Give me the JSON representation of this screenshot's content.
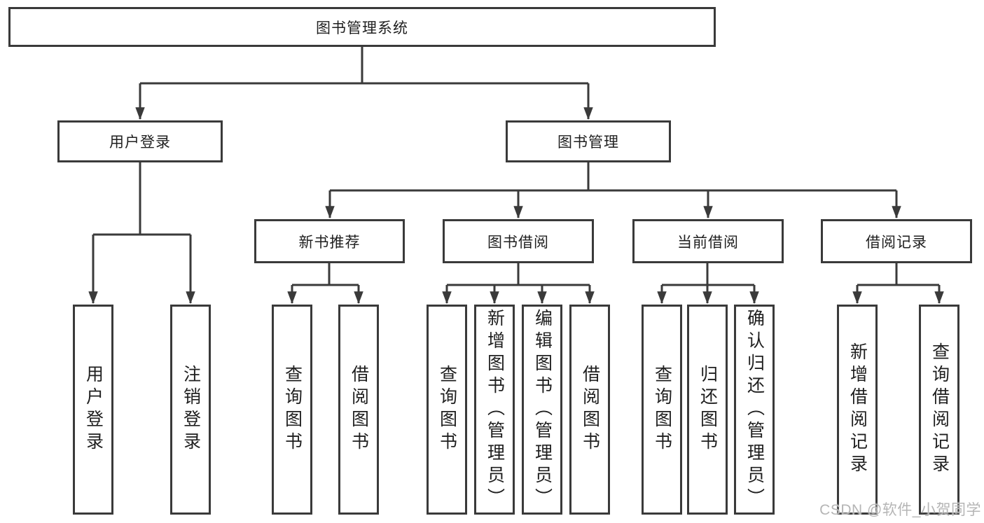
{
  "diagram_type": "hierarchy-tree",
  "colors": {
    "background": "#ffffff",
    "line": "#3a3a3a",
    "box_border": "#3a3a3a",
    "text": "#1f1f1f",
    "watermark": "#b5b5b5"
  },
  "nodes": {
    "root": {
      "label": "图书管理系统",
      "children": [
        "user_login",
        "book_management"
      ]
    },
    "user_login": {
      "label": "用户登录",
      "children": [
        "leaf_user_login",
        "leaf_logout"
      ]
    },
    "book_management": {
      "label": "图书管理",
      "children": [
        "new_book_recommend",
        "book_borrow",
        "current_borrow",
        "borrow_records"
      ]
    },
    "new_book_recommend": {
      "label": "新书推荐",
      "children": [
        "leaf_recommend_query_books",
        "leaf_recommend_borrow_books"
      ]
    },
    "book_borrow": {
      "label": "图书借阅",
      "children": [
        "leaf_borrow_query_books",
        "leaf_borrow_add_books",
        "leaf_borrow_edit_books",
        "leaf_borrow_borrow_books"
      ]
    },
    "current_borrow": {
      "label": "当前借阅",
      "children": [
        "leaf_current_query_books",
        "leaf_current_return_books",
        "leaf_current_confirm_return"
      ]
    },
    "borrow_records": {
      "label": "借阅记录",
      "children": [
        "leaf_records_add_record",
        "leaf_records_query_record"
      ]
    },
    "leaf_user_login": {
      "label": "用户登录"
    },
    "leaf_logout": {
      "label": "注销登录"
    },
    "leaf_recommend_query_books": {
      "label": "查询图书"
    },
    "leaf_recommend_borrow_books": {
      "label": "借阅图书"
    },
    "leaf_borrow_query_books": {
      "label": "查询图书"
    },
    "leaf_borrow_add_books": {
      "label": "新增图书（管理员）"
    },
    "leaf_borrow_edit_books": {
      "label": "编辑图书（管理员）"
    },
    "leaf_borrow_borrow_books": {
      "label": "借阅图书"
    },
    "leaf_current_query_books": {
      "label": "查询图书"
    },
    "leaf_current_return_books": {
      "label": "归还图书"
    },
    "leaf_current_confirm_return": {
      "label": "确认归还（管理员）"
    },
    "leaf_records_add_record": {
      "label": "新增借阅记录"
    },
    "leaf_records_query_record": {
      "label": "查询借阅记录"
    }
  },
  "watermark": {
    "text": "CSDN @软件_小贺同学"
  }
}
